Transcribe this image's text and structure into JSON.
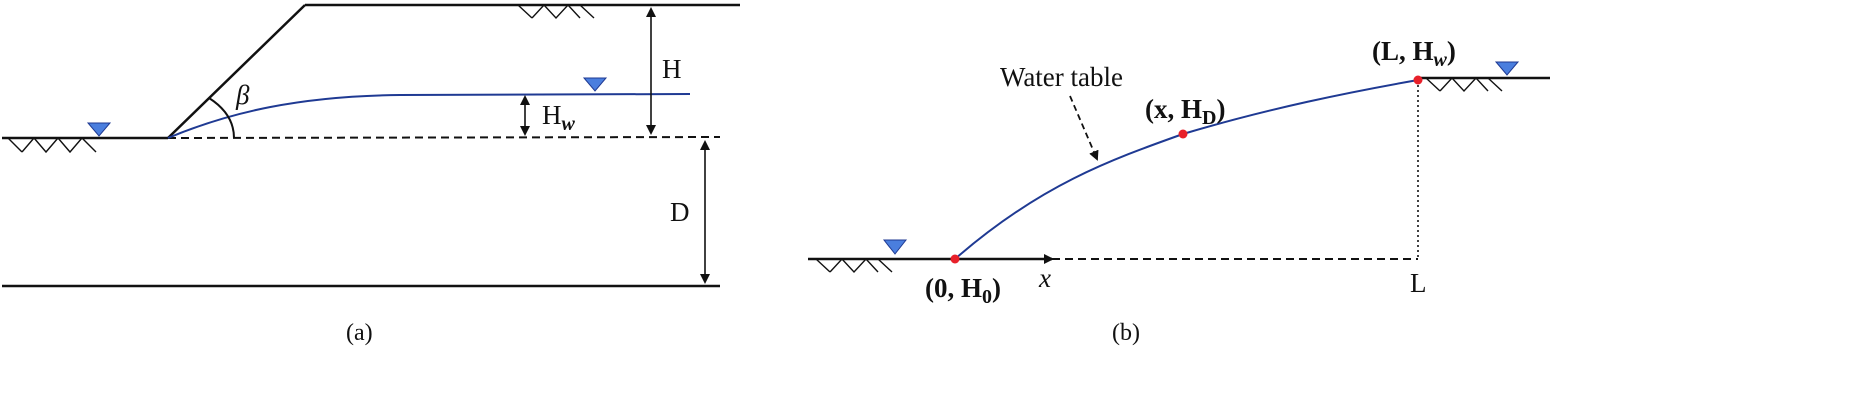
{
  "colors": {
    "line": "#111111",
    "water": "#1f3a93",
    "marker": "#4a7ede",
    "point": "#e8202a"
  },
  "panel_a": {
    "caption": "(a)",
    "height_label": "H",
    "water_depth_label": {
      "base": "H",
      "sub": "w"
    },
    "foundation_label": "D",
    "angle_label": "β",
    "icons": [
      "water-level-marker-icon",
      "ground-hatch-icon"
    ]
  },
  "panel_b": {
    "caption": "(b)",
    "water_table_label": "Water table",
    "x_axis_label": "x",
    "length_label": "L",
    "points": {
      "start": {
        "open": "(",
        "x": "0",
        "comma": ", ",
        "base": "H",
        "sub": "0",
        "close": ")"
      },
      "mid": {
        "open": "(",
        "x": "x",
        "comma": ", ",
        "base": "H",
        "sub": "D",
        "close": ")"
      },
      "end": {
        "open": "(",
        "x": "L",
        "comma": ", ",
        "base": "H",
        "sub": "w",
        "close": ")"
      }
    },
    "icons": [
      "water-level-marker-icon",
      "ground-hatch-icon",
      "arrow-icon"
    ]
  }
}
